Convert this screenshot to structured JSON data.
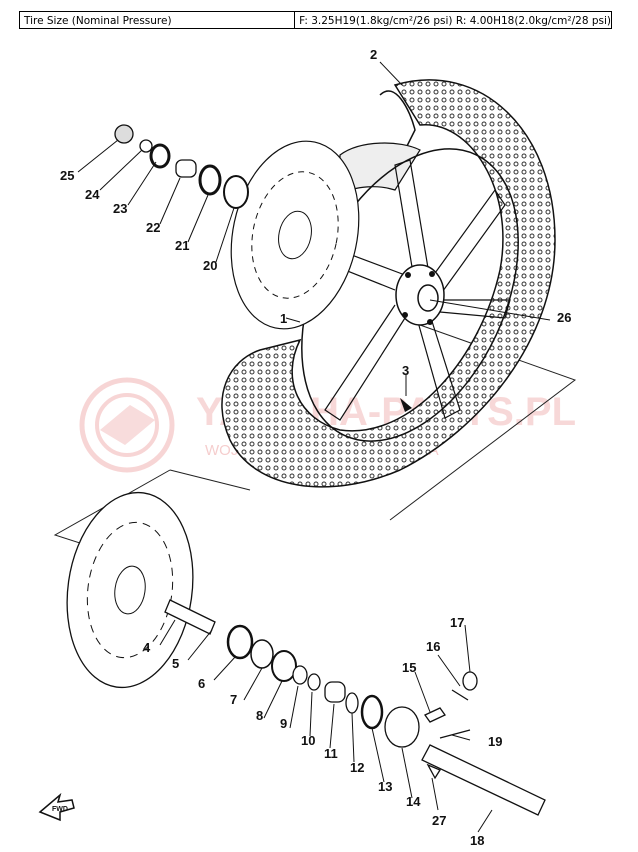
{
  "header": {
    "left": "Tire Size (Nominal Pressure)",
    "right": "F: 3.25H19(1.8kg/cm²/26 psi)  R: 4.00H18(2.0kg/cm²/28 psi)"
  },
  "watermark": {
    "brand": "YAMAHA-PARTS.PL",
    "tagline": "WOJEWÓDZKI DEALER YAMAHA"
  },
  "forward_mark": "FWD",
  "parts": {
    "p1": "1",
    "p2": "2",
    "p3": "3",
    "p4": "4",
    "p5": "5",
    "p6": "6",
    "p7": "7",
    "p8": "8",
    "p9": "9",
    "p10": "10",
    "p11": "11",
    "p12": "12",
    "p13": "13",
    "p14": "14",
    "p15": "15",
    "p16": "16",
    "p17": "17",
    "p18": "18",
    "p19": "19",
    "p20": "20",
    "p21": "21",
    "p22": "22",
    "p23": "23",
    "p24": "24",
    "p25": "25",
    "p26": "26",
    "p27": "27"
  }
}
